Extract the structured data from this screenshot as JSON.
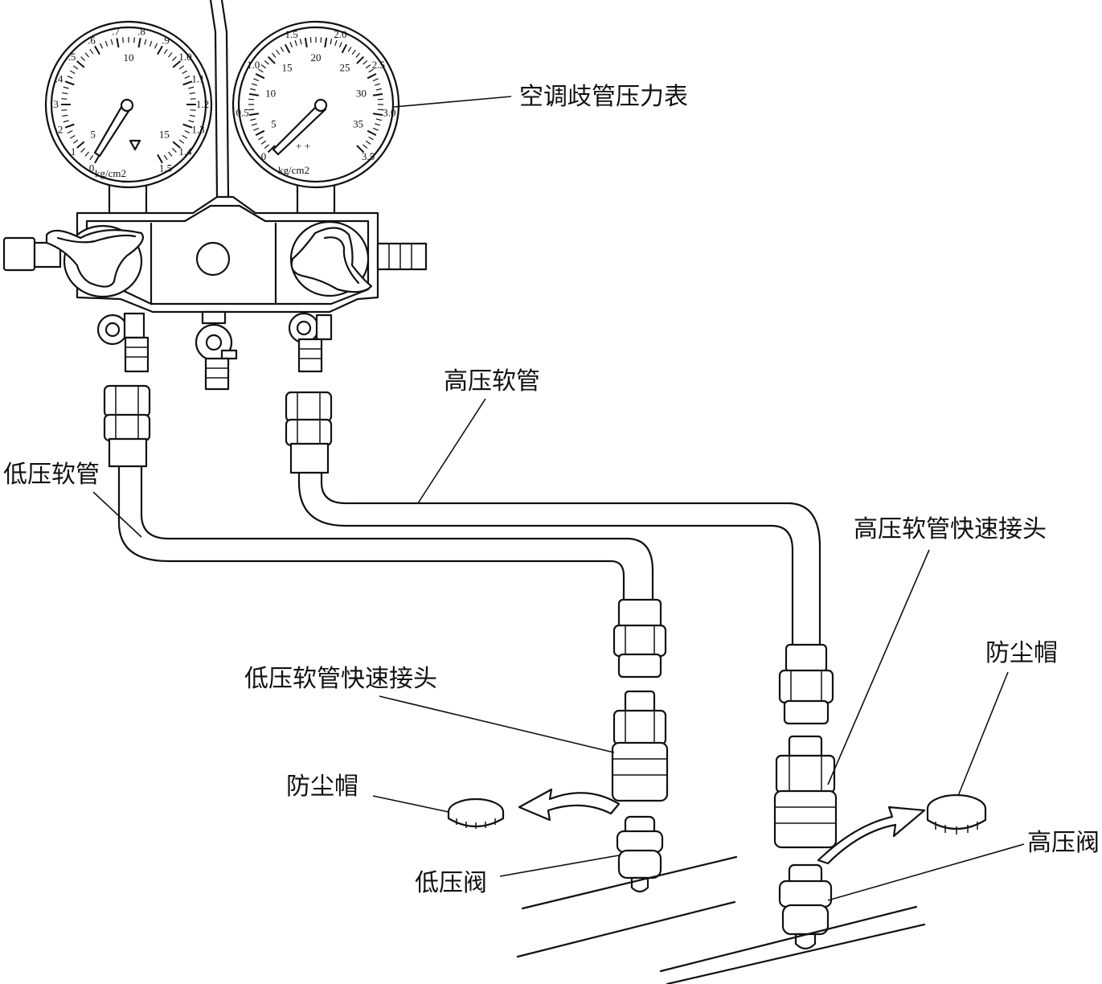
{
  "labels": {
    "manifold_gauge": "空调歧管压力表",
    "high_hose": "高压软管",
    "low_hose": "低压软管",
    "high_quick_coupler": "高压软管快速接头",
    "low_quick_coupler": "低压软管快速接头",
    "dust_cap_left": "防尘帽",
    "dust_cap_right": "防尘帽",
    "low_valve": "低压阀",
    "high_valve": "高压阀"
  },
  "left_gauge": {
    "unit": "kg/cm2",
    "outer_ticks": [
      "0",
      ".1",
      ".2",
      ".3",
      ".4",
      ".5",
      ".6",
      ".7",
      ".8",
      ".9",
      "1.0",
      "1.1",
      "1.2",
      "1.3",
      "1.4",
      "1.5"
    ],
    "inner_ticks": [
      "5",
      "10",
      "15"
    ]
  },
  "right_gauge": {
    "unit": "kg/cm2",
    "outer_ticks": [
      "0",
      "0.5",
      "1.0",
      "1.5",
      "2.0",
      "2.5",
      "3.0",
      "3.5"
    ],
    "inner_ticks": [
      "5",
      "10",
      "15",
      "20",
      "25",
      "30",
      "35"
    ]
  }
}
